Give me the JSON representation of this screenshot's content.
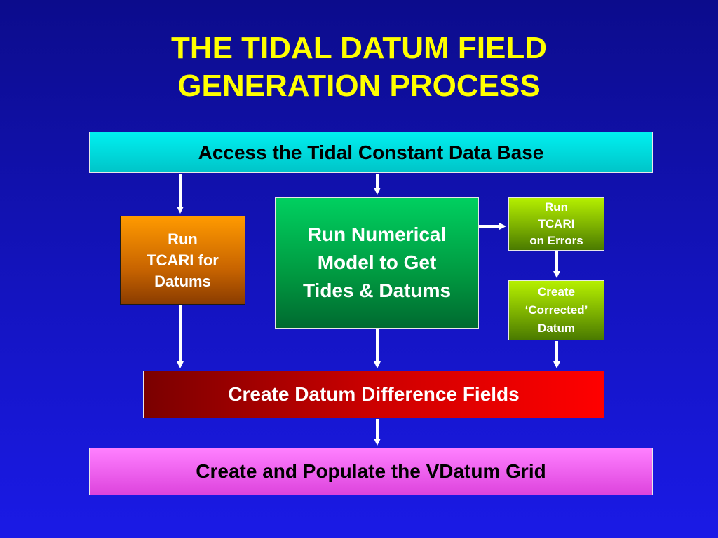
{
  "title": {
    "line1": "THE TIDAL DATUM FIELD",
    "line2": "GENERATION PROCESS"
  },
  "boxes": {
    "access_database": {
      "label": "Access the Tidal Constant Data Base"
    },
    "run_tcari_datums": {
      "lines": [
        "Run",
        "TCARI for",
        "Datums"
      ]
    },
    "run_numerical_model": {
      "lines": [
        "Run Numerical",
        "Model to Get",
        "Tides & Datums"
      ]
    },
    "run_tcari_errors": {
      "lines": [
        "Run",
        "TCARI",
        "on Errors"
      ]
    },
    "create_corrected_datum": {
      "lines": [
        "Create",
        "‘Corrected’",
        "Datum"
      ]
    },
    "datum_difference_fields": {
      "label": "Create Datum Difference Fields"
    },
    "vdatum_grid": {
      "label": "Create and Populate the VDatum Grid"
    }
  },
  "colors": {
    "background": "#1414c0",
    "title": "#ffff00",
    "arrow": "#ffffff"
  }
}
